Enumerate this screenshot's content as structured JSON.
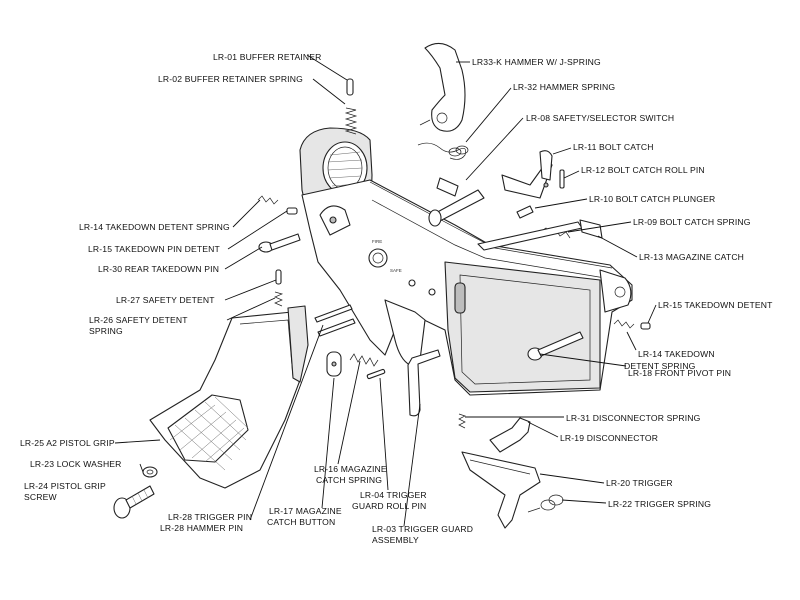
{
  "labels": {
    "lr01": "LR-01 BUFFER RETAINER",
    "lr02": "LR-02 BUFFER RETAINER SPRING",
    "lr33k": "LR33-K HAMMER W/ J-SPRING",
    "lr32": "LR-32 HAMMER SPRING",
    "lr08": "LR-08 SAFETY/SELECTOR SWITCH",
    "lr11": "LR-11 BOLT CATCH",
    "lr12": "LR-12 BOLT CATCH ROLL PIN",
    "lr10": "LR-10 BOLT CATCH PLUNGER",
    "lr09": "LR-09 BOLT CATCH SPRING",
    "lr13": "LR-13 MAGAZINE CATCH",
    "lr14a": "LR-14 TAKEDOWN DETENT SPRING",
    "lr15a": "LR-15 TAKEDOWN PIN DETENT",
    "lr30": "LR-30 REAR TAKEDOWN PIN",
    "lr27": "LR-27 SAFETY DETENT",
    "lr26_l1": "LR-26 SAFETY DETENT",
    "lr26_l2": "SPRING",
    "lr15b": "LR-15 TAKEDOWN DETENT",
    "lr14b_l1": "LR-14 TAKEDOWN",
    "lr14b_l2": "DETENT SPRING",
    "lr18": "LR-18 FRONT PIVOT PIN",
    "lr31": "LR-31 DISCONNECTOR SPRING",
    "lr19": "LR-19 DISCONNECTOR",
    "lr20": "LR-20 TRIGGER",
    "lr22": "LR-22 TRIGGER SPRING",
    "lr25": "LR-25 A2 PISTOL GRIP",
    "lr23": "LR-23 LOCK WASHER",
    "lr24_l1": "LR-24 PISTOL GRIP",
    "lr24_l2": "SCREW",
    "lr16_l1": "LR-16 MAGAZINE",
    "lr16_l2": "CATCH SPRING",
    "lr17_l1": "LR-17 MAGAZINE",
    "lr17_l2": "CATCH BUTTON",
    "lr04_l1": "LR-04 TRIGGER",
    "lr04_l2": "GUARD ROLL PIN",
    "lr03_l1": "LR-03 TRIGGER GUARD",
    "lr03_l2": "ASSEMBLY",
    "lr28_l1": "LR-28 TRIGGER PIN",
    "lr28_l2": "LR-28 HAMMER PIN"
  },
  "receiver_markings": {
    "fire": "FIRE",
    "safe": "SAFE"
  }
}
